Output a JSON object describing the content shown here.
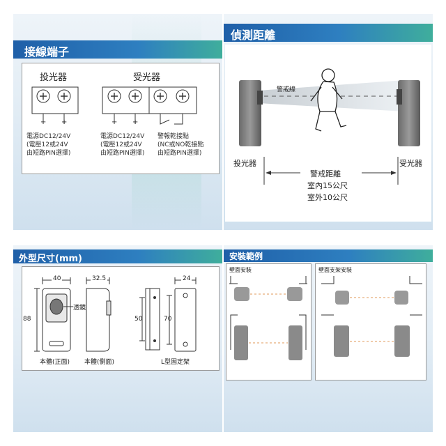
{
  "terminal": {
    "title": "接線端子",
    "transmitter": "投光器",
    "receiver": "受光器",
    "minus": "−",
    "plus": "+",
    "tx_note": [
      "電源DC12/24V",
      "(電壓12或24V",
      "由短路PIN選擇)"
    ],
    "rx_note": [
      "電源DC12/24V",
      "(電壓12或24V",
      "由短路PIN選擇)"
    ],
    "alarm_note": [
      "警報乾接點",
      "(NC或NO乾接點",
      "由短路PIN選擇)"
    ]
  },
  "distance": {
    "title": "偵測距離",
    "beam_label": "警戒線",
    "transmitter": "投光器",
    "receiver": "受光器",
    "range_title": "警戒距離",
    "indoor": "室內15公尺",
    "outdoor": "室外10公尺"
  },
  "dimensions": {
    "title": "外型尺寸(mm)",
    "w40": "40",
    "w32": "32.5",
    "w24": "24",
    "h88": "88",
    "h50": "50",
    "h70": "70",
    "lens": "透鏡",
    "front": "本體(正面)",
    "side": "本體(側面)",
    "bracket": "L型固定架"
  },
  "install": {
    "title": "安裝範例",
    "wall": "壁面安裝",
    "wall_bracket": "壁面支架安裝"
  },
  "colors": {
    "title_blue": "#1f5fa8",
    "teal": "#3fae9c",
    "panel_bg_top": "#eef4f9",
    "panel_bg_bottom": "#cfe0ee"
  }
}
